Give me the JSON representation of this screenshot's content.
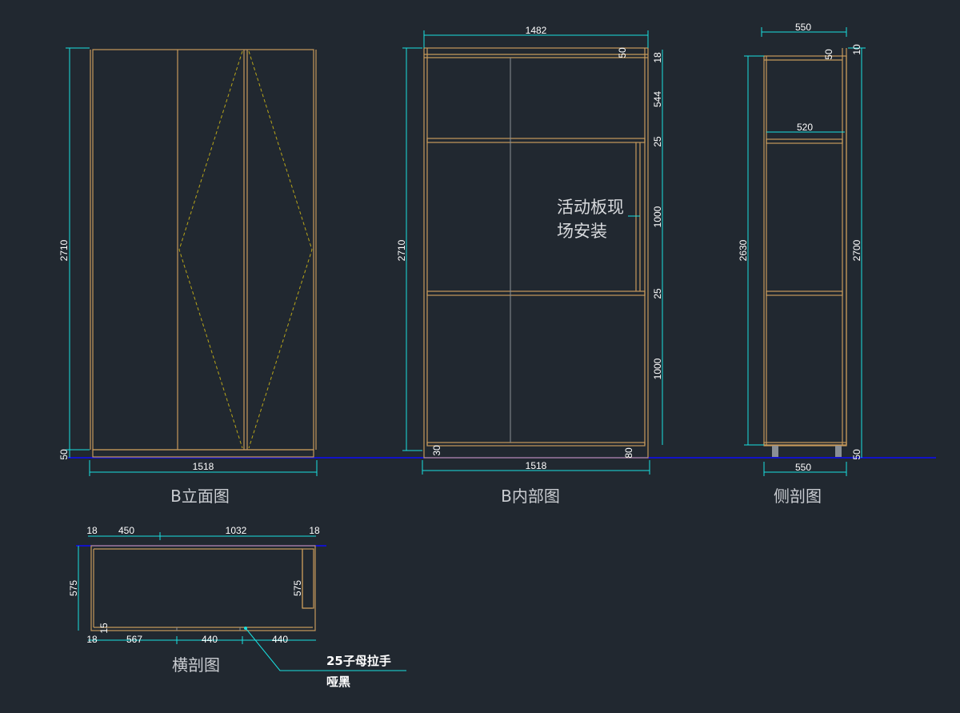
{
  "views": {
    "elevation": {
      "caption": "B立面图",
      "width_dim": "1518",
      "height_dim": "2710",
      "base_dim": "50"
    },
    "interior": {
      "caption": "B内部图",
      "top_width_dim": "1482",
      "bottom_width_dim": "1518",
      "height_dim": "2710",
      "right_dims": [
        "18",
        "544",
        "25",
        "1000",
        "25",
        "1000"
      ],
      "inner_top_dim": "50",
      "bottom_left_dim": "30",
      "bottom_right_dim": "80",
      "note_line1": "活动板现",
      "note_line2": "场安装"
    },
    "section": {
      "caption": "侧剖图",
      "top_dim": "550",
      "shelf_dim": "520",
      "bottom_dim": "550",
      "left_height_dim": "2630",
      "right_height_dim": "2700",
      "top_right_dim": "10",
      "inner_top_dim": "50",
      "bottom_right_dim": "50"
    },
    "plan": {
      "caption": "横剖图",
      "top_dims": [
        "18",
        "450",
        "1032",
        "18"
      ],
      "bottom_dims": [
        "18",
        "567",
        "440",
        "440"
      ],
      "left_dim": "575",
      "inner_dim": "575",
      "small_dim": "15",
      "note_line1": "25子母拉手",
      "note_line2": "哑黑"
    }
  },
  "colors": {
    "background": "#212830",
    "wood": "#c79a5b",
    "dimension": "#19e0e0",
    "ground": "#1212c8",
    "hidden": "#b8a51a"
  }
}
